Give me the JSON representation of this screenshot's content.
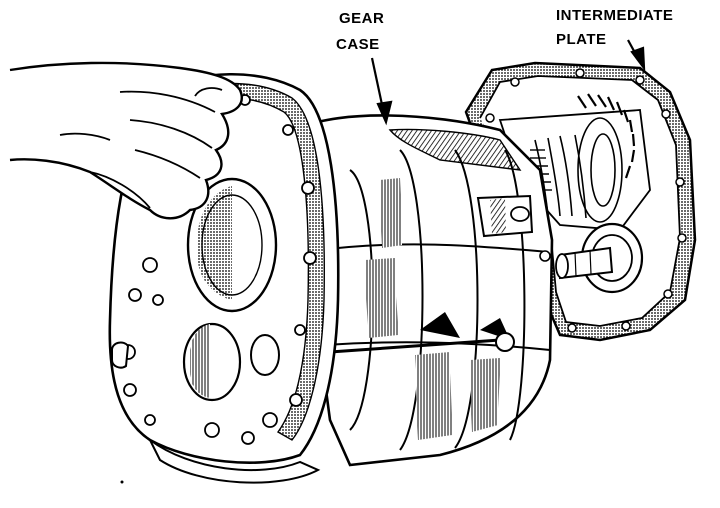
{
  "callouts": {
    "gear_case": {
      "line1": "GEAR",
      "line2": "CASE"
    },
    "intermediate_plate": {
      "line1": "INTERMEDIATE",
      "line2": "PLATE"
    }
  },
  "colors": {
    "ink": "#000000",
    "paper": "#ffffff",
    "shade": "#8a8a8a"
  }
}
